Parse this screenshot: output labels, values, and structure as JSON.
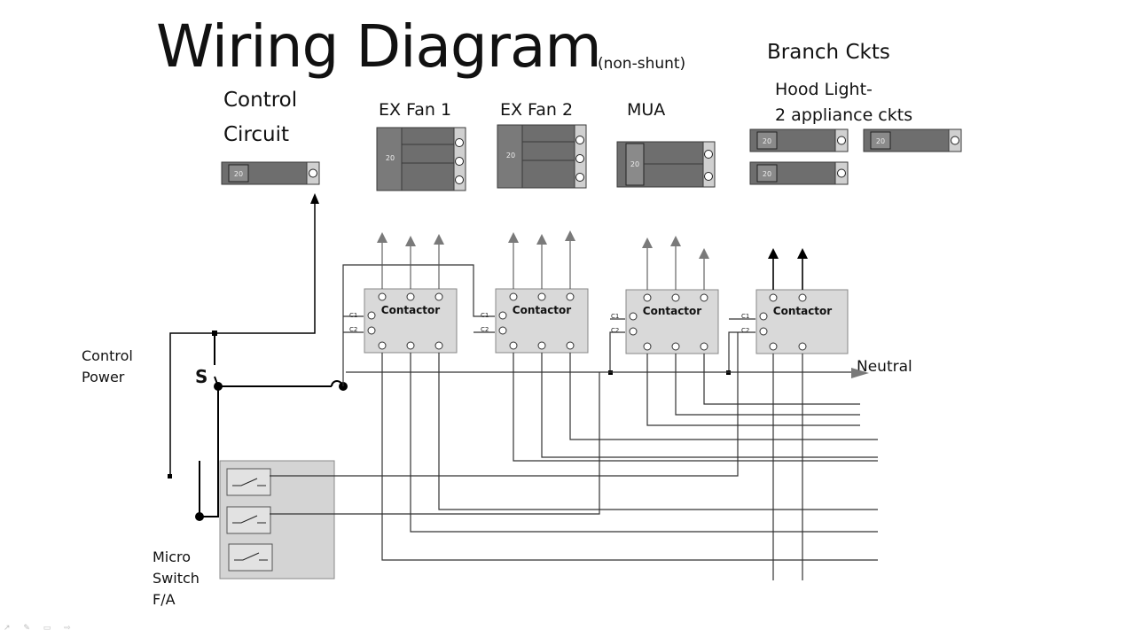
{
  "title": "Wiring Diagram",
  "title_sub": "(non-shunt)",
  "labels": {
    "control_circuit_1": "Control",
    "control_circuit_2": "Circuit",
    "ex_fan_1": "EX Fan 1",
    "ex_fan_2": "EX Fan 2",
    "mua": "MUA",
    "branch_ckts": "Branch Ckts",
    "hood_light_1": "Hood Light-",
    "hood_light_2": "2 appliance ckts",
    "control_power_1": "Control",
    "control_power_2": "Power",
    "switch_s": "S",
    "neutral": "Neutral",
    "micro_switch_1": "Micro",
    "micro_switch_2": "Switch",
    "micro_switch_3": "F/A"
  },
  "breaker_rating": "20",
  "contactors": [
    {
      "label": "Contactor",
      "coil_1": "C1",
      "coil_2": "C2"
    },
    {
      "label": "Contactor",
      "coil_1": "C1",
      "coil_2": "C2"
    },
    {
      "label": "Contactor",
      "coil_1": "C1",
      "coil_2": "C2"
    },
    {
      "label": "Contactor",
      "coil_1": "C1",
      "coil_2": "C2"
    }
  ],
  "colors": {
    "breaker_body": "#6e6e6e",
    "breaker_outline": "#3a3a3a",
    "contactor_fill": "#d9d9d9",
    "micro_switch_fill": "#d4d4d4",
    "arrow_gray": "#7a7a7a",
    "arrow_black": "#000000"
  },
  "corner_tools": "↗ ✎ ▭ ⇨"
}
